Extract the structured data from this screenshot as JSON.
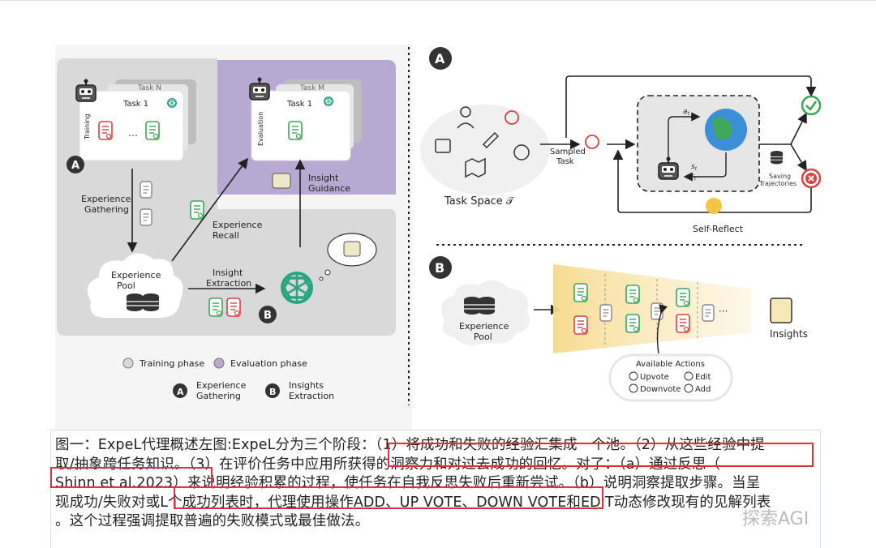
{
  "left_panel": {
    "task_n": "Task N",
    "task_1": "Task 1",
    "training": "Training",
    "ellipsis": "…",
    "badge_a": "A",
    "task_m": "Task M",
    "task_1_eval": "Task 1",
    "evaluation": "Evaluation",
    "experience_gathering": [
      "Experience",
      "Gathering"
    ],
    "insight_guidance": [
      "Insight",
      "Guidance"
    ],
    "experience_recall": [
      "Experience",
      "Recall"
    ],
    "experience_pool": [
      "Experience",
      "Pool"
    ],
    "insight_extraction": [
      "Insight",
      "Extraction"
    ],
    "badge_b": "B",
    "legend_training": "Training phase",
    "legend_evaluation": "Evaluation phase",
    "legend_a_label": [
      "Experience",
      "Gathering"
    ],
    "legend_b_label": [
      "Insights",
      "Extraction"
    ]
  },
  "right_panel": {
    "badge_a": "A",
    "task_space": "Task Space 𝒯",
    "sampled_task": [
      "Sampled",
      "Task"
    ],
    "a_t": "a",
    "a_t_sub": "t",
    "s_t": "s",
    "s_t_sub": "t",
    "r_t": "r",
    "r_t_sub": "t",
    "saving": [
      "Saving",
      "Trajectories"
    ],
    "self_reflect": "Self-Reflect",
    "badge_b": "B",
    "experience_pool": [
      "Experience",
      "Pool"
    ],
    "ellipsis": "···",
    "insights": "Insights",
    "available_actions": "Available Actions",
    "upvote": "Upvote",
    "edit": "Edit",
    "downvote": "Downvote",
    "add": "Add"
  },
  "caption": {
    "lines": [
      "图一：ExpeL代理概述左图:ExpeL分为三个阶段：（1）将成功和失败的经验汇集成一个池。（2）从这些经验中提",
      "取/抽象跨任务知识。（3）在评价任务中应用所获得的洞察力和对过去成功的回忆。对了：（a）通过反思（",
      "Shinn et al.2023）来说明经验积累的过程，使任务在自我反思失败后重新尝试。（b）说明洞察提取步骤。当呈",
      "现成功/失败对或L个成功列表时，代理使用操作ADD、UP VOTE、DOWN VOTE和EDIT动态修改现有的见解列表",
      "。这个过程强调提取普遍的失败模式或最佳做法。"
    ]
  },
  "watermark": "探索AGI",
  "colors": {
    "gray_panel": "#d9d9d9",
    "purple_panel": "#b8a9d2",
    "success": "#3aa655",
    "fail": "#d94040",
    "highlight": "#d9323a",
    "gold": "#f4d47a"
  }
}
